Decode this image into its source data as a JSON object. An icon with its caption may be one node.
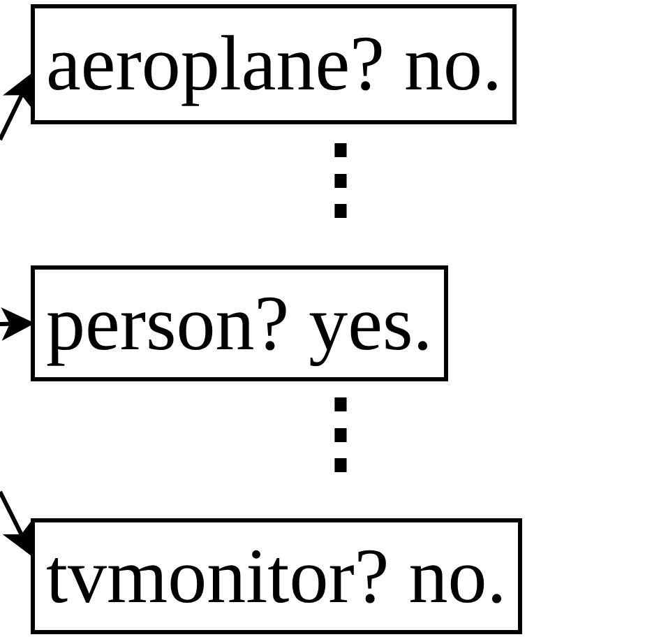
{
  "diagram": {
    "nodes": [
      {
        "text": [
          "aeroplane? no."
        ]
      },
      {
        "text": [
          "person? yes."
        ]
      },
      {
        "text": [
          "tvmonitor? no."
        ]
      }
    ],
    "edges": [
      {
        "from": null,
        "to": 0,
        "arrow": "to"
      },
      {
        "from": null,
        "to": 1,
        "arrow": "to"
      },
      {
        "from": null,
        "to": 2,
        "arrow": "to"
      }
    ],
    "labels": [
      "⋮",
      "⋮"
    ]
  }
}
